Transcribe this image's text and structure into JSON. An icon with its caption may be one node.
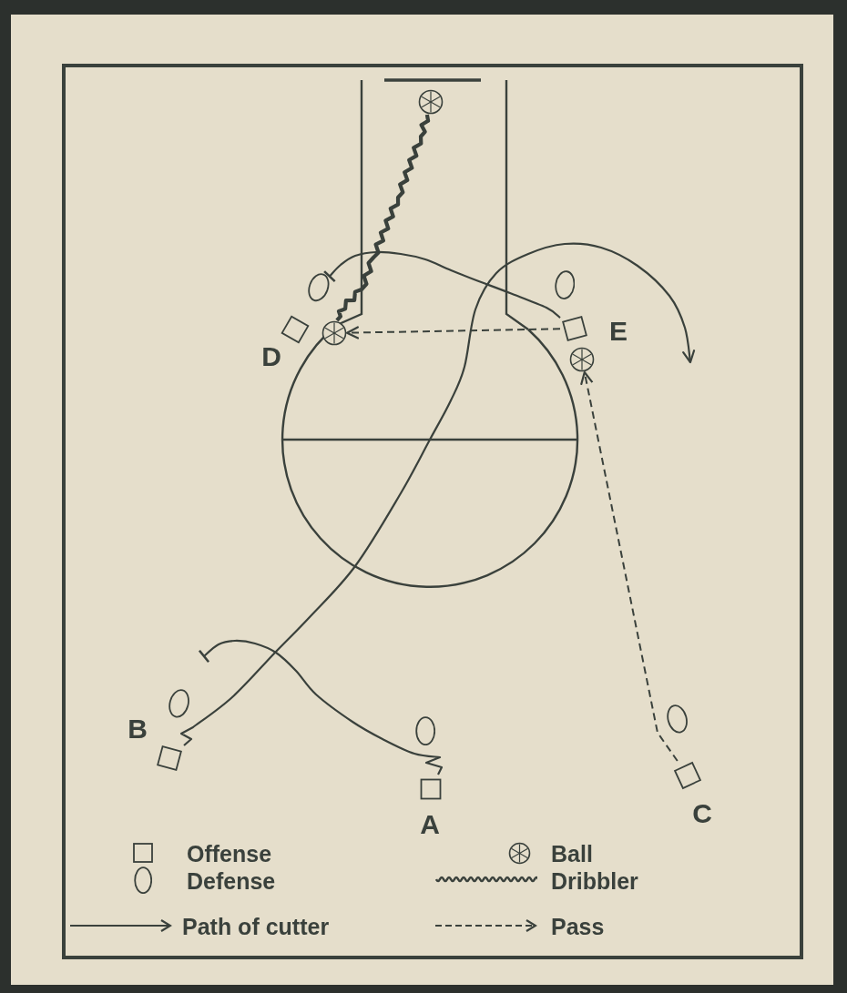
{
  "diagram": {
    "nodes": [
      {
        "text": [],
        "shape": "circle"
      },
      {
        "text": [],
        "shape": "oval"
      },
      {
        "text": [],
        "shape": "oval"
      },
      {
        "text": [
          "D"
        ]
      },
      {
        "text": [],
        "shape": "circle"
      },
      {
        "text": [
          "E"
        ]
      },
      {
        "text": [],
        "shape": "circle"
      },
      {
        "text": [],
        "shape": "oval"
      },
      {
        "text": [],
        "shape": "oval"
      },
      {
        "text": [
          "B"
        ]
      },
      {
        "text": [
          "A"
        ]
      },
      {
        "text": [],
        "shape": "oval"
      },
      {
        "text": [
          "C"
        ]
      }
    ],
    "edges": [
      {
        "from": 5,
        "to": 1,
        "arrow": "other"
      },
      {
        "from": 4,
        "to": 0,
        "arrow": "none",
        "style": "thick"
      },
      {
        "from": 5,
        "to": 4,
        "arrow": "to",
        "style": "dashed"
      },
      {
        "from": 12,
        "to": 6,
        "arrow": "to",
        "style": "dashed"
      },
      {
        "from": 10,
        "to": null,
        "arrow": "other"
      },
      {
        "from": 9,
        "to": null,
        "arrow": "to"
      }
    ],
    "legend": [
      {
        "text": "Offense"
      },
      {
        "text": "Defense"
      },
      {
        "text": "Path of cutter"
      },
      {
        "text": "Ball"
      },
      {
        "text": "Dribbler"
      },
      {
        "text": "Pass"
      }
    ]
  }
}
